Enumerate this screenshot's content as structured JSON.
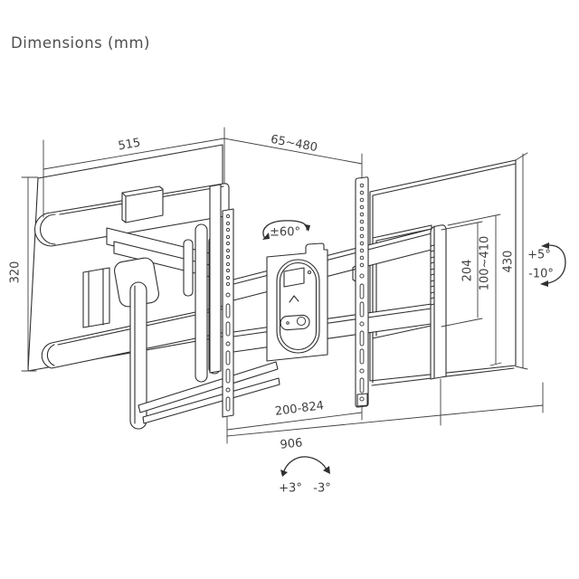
{
  "page": {
    "title": "Dimensions (mm)"
  },
  "colors": {
    "background": "#ffffff",
    "line_art": "#2f2f2f",
    "dimension_text": "#3f3f3f",
    "title_text": "#4f4f4f"
  },
  "drawing": {
    "type": "technical-line-drawing",
    "subject": "full-motion TV wall mount shown extended",
    "linear_dimensions_mm": {
      "tv_bracket_width": "515",
      "extension_depth_range": "65~480",
      "tv_bracket_height": "320",
      "wall_bracket_slot_height": "204",
      "height_adjustment_range": "100~410",
      "wall_plate_height": "430",
      "arm_reach_range": "200-824",
      "overall_width": "906"
    },
    "angle_dimensions": {
      "swivel_range": "±60°",
      "tilt_up": "+5°",
      "tilt_down": "-10°",
      "level_adjust_left": "+3°",
      "level_adjust_right": "-3°"
    }
  }
}
